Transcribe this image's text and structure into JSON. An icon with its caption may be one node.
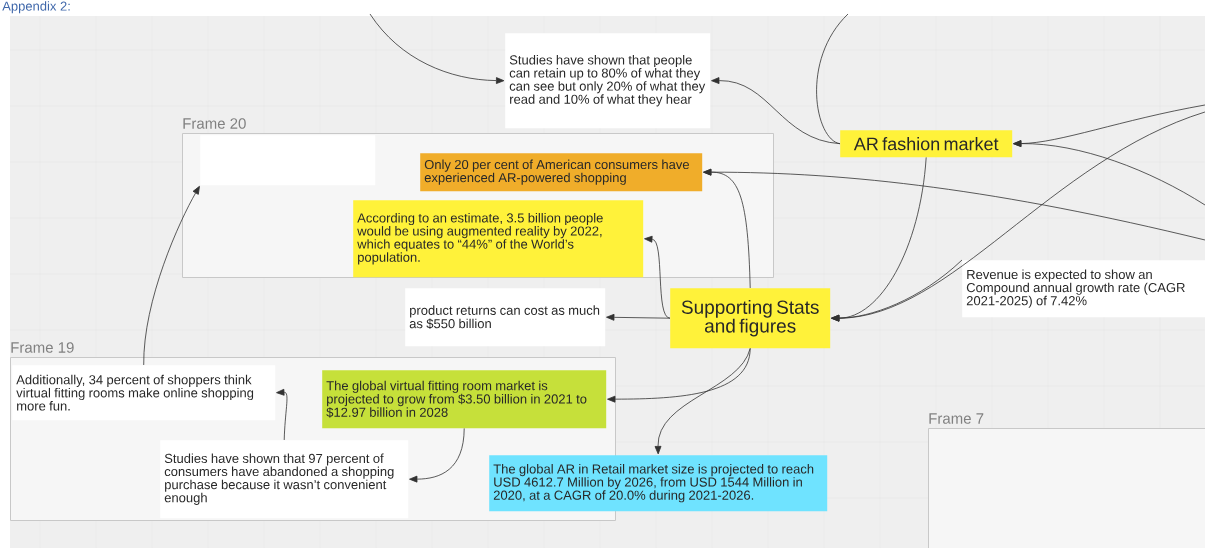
{
  "diagram": {
    "title": "Appendix 2:",
    "nodes": [
      {
        "text": [
          "Studies have shown that people can retain up to 80% of what they can see but only 20% of what they read and 10% of what they hear"
        ]
      },
      {
        "text": [
          "Frame 20"
        ]
      },
      {
        "text": [],
        "shape": "box",
        "in": 1
      },
      {
        "text": [
          "Only 20 per cent of American consumers have experienced AR-powered shopping"
        ],
        "in": 1
      },
      {
        "text": [
          "According to an estimate, 3.5 billion people would be using augmented reality by 2022, which equates to “44%” of the World’s population."
        ],
        "in": 1
      },
      {
        "text": [
          "AR fashion market"
        ]
      },
      {
        "text": [
          "Revenue is expected to show an Compound annual growth rate (CAGR 2021-2025) of 7.42%"
        ]
      },
      {
        "text": [
          "product returns can cost as much as $550 billion"
        ]
      },
      {
        "text": [
          "Supporting Stats and figures"
        ]
      },
      {
        "text": [
          "Frame 19"
        ]
      },
      {
        "text": [
          "Additionally, 34 percent of shoppers think virtual fitting rooms make online shopping more fun."
        ],
        "in": 9
      },
      {
        "text": [
          "The global virtual fitting room market is projected to grow from $3.50 billion in 2021 to $12.97 billion in 2028"
        ],
        "in": 9
      },
      {
        "text": [
          "Studies have shown that 97 percent of consumers have abandoned a shopping purchase because it wasn’t convenient enough"
        ],
        "in": 9
      },
      {
        "text": [
          "The global AR in Retail market size is projected to reach USD 4612.7 Million by 2026, from USD 1544 Million in 2020, at a CAGR of 20.0% during 2021-2026."
        ]
      },
      {
        "text": [
          "Frame 7"
        ]
      }
    ],
    "edges": [
      {
        "from": null,
        "to": 0,
        "arrow": "to"
      },
      {
        "from": 5,
        "to": 0,
        "arrow": "to"
      },
      {
        "from": 5,
        "to": null,
        "arrow": "none"
      },
      {
        "from": null,
        "to": 5,
        "arrow": "to"
      },
      {
        "from": null,
        "to": 5,
        "arrow": "to"
      },
      {
        "from": null,
        "to": 3,
        "arrow": "to"
      },
      {
        "from": 5,
        "to": 8,
        "arrow": "to"
      },
      {
        "from": null,
        "to": 8,
        "arrow": "to"
      },
      {
        "from": 6,
        "to": 8,
        "arrow": "to"
      },
      {
        "from": 8,
        "to": 3,
        "arrow": "to"
      },
      {
        "from": 8,
        "to": 4,
        "arrow": "to"
      },
      {
        "from": 8,
        "to": 7,
        "arrow": "to"
      },
      {
        "from": 8,
        "to": 11,
        "arrow": "to"
      },
      {
        "from": 8,
        "to": 13,
        "arrow": "to"
      },
      {
        "from": 11,
        "to": 12,
        "arrow": "to"
      },
      {
        "from": 12,
        "to": 10,
        "arrow": "to"
      },
      {
        "from": 10,
        "to": 2,
        "arrow": "to"
      }
    ]
  }
}
